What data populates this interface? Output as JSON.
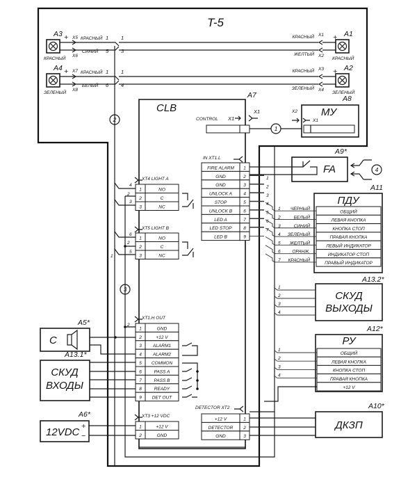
{
  "diagram": {
    "title": "T-5",
    "lamps": [
      {
        "ref": "A3",
        "color_label": "КРАСНЫЙ",
        "plus": "+",
        "x_top": "X5",
        "x_bot": "X6",
        "wire_top": "КРАСНЫЙ",
        "wire_bot": "СИНИЙ",
        "pin_top_left": "1",
        "pin_bot_left": "5",
        "pin_top_right": "1",
        "pin_bot_right": "3"
      },
      {
        "ref": "A4",
        "color_label": "ЗЕЛЕНЫЙ",
        "plus": "+",
        "x_top": "X7",
        "x_bot": "X8",
        "wire_top": "КРАСНЫЙ",
        "wire_bot": "БЕЛЫЙ",
        "pin_top_left": "1",
        "pin_bot_left": "6",
        "pin_top_right": "1",
        "pin_bot_right": "4"
      },
      {
        "ref": "A1",
        "color_label": "КРАСНЫЙ",
        "plus": "+",
        "x_top": "X1",
        "x_bot": "X2",
        "wire_top": "КРАСНЫЙ",
        "wire_bot": "ЖЕЛТЫЙ"
      },
      {
        "ref": "A2",
        "color_label": "ЗЕЛЕНЫЙ",
        "plus": "+",
        "x_top": "X3",
        "x_bot": "X4",
        "wire_top": "КРАСНЫЙ",
        "wire_bot": "ЗЕЛЕНЫЙ"
      }
    ],
    "clb": {
      "ref": "A7",
      "title": "CLB",
      "control_label": "CONTROL",
      "control_x_in": "X1",
      "control_x_out": "X1",
      "xt1l": {
        "label": "IN XT1.L",
        "rows": [
          {
            "name": "FIRE ALARM",
            "pin": "1"
          },
          {
            "name": "GND",
            "pin": "2"
          },
          {
            "name": "GND",
            "pin": "3"
          },
          {
            "name": "UNLOCK A",
            "pin": "4"
          },
          {
            "name": "STOP",
            "pin": "5"
          },
          {
            "name": "UNLOCK B",
            "pin": "6"
          },
          {
            "name": "LED A",
            "pin": "7"
          },
          {
            "name": "LED STOP",
            "pin": "8"
          },
          {
            "name": "LED B",
            "pin": "9"
          }
        ]
      },
      "xt4": {
        "label": "XT4  LIGHT A",
        "rows": [
          {
            "pin": "1",
            "name": "NO",
            "wire": "4"
          },
          {
            "pin": "2",
            "name": "C",
            "wire": "2"
          },
          {
            "pin": "3",
            "name": "NC",
            "wire": "3"
          }
        ]
      },
      "xt5": {
        "label": "XT5  LIGHT B",
        "rows": [
          {
            "pin": "1",
            "name": "NO",
            "wire": "6"
          },
          {
            "pin": "2",
            "name": "C",
            "wire": "2"
          },
          {
            "pin": "3",
            "name": "NC",
            "wire": "5"
          }
        ]
      },
      "xt1h": {
        "label": "XT1.H  OUT",
        "rows": [
          {
            "pin": "1",
            "name": "GND"
          },
          {
            "pin": "2",
            "name": "+12 V"
          },
          {
            "pin": "3",
            "name": "ALARM1"
          },
          {
            "pin": "4",
            "name": "ALARM2"
          },
          {
            "pin": "5",
            "name": "COMMON"
          },
          {
            "pin": "6",
            "name": "PASS A"
          },
          {
            "pin": "7",
            "name": "PASS B"
          },
          {
            "pin": "8",
            "name": "READY"
          },
          {
            "pin": "9",
            "name": "DET OUT"
          }
        ]
      },
      "xt3": {
        "label": "XT3  +12 VDC",
        "rows": [
          {
            "pin": "1",
            "name": "+12 V"
          },
          {
            "pin": "2",
            "name": "GND"
          }
        ]
      },
      "xt2": {
        "label": "DETECTOR  XT2",
        "rows": [
          {
            "name": "+12 V",
            "pin": "1"
          },
          {
            "name": "DETECTOR",
            "pin": "2"
          },
          {
            "name": "GND",
            "pin": "3"
          }
        ]
      },
      "wire_labels": {
        "left_1": "1",
        "xt1h_2": "2"
      }
    },
    "mu": {
      "ref": "A8",
      "title": "МУ",
      "x2": "X2",
      "x1": "X1"
    },
    "fa": {
      "ref": "A9*",
      "title": "FA"
    },
    "pdu": {
      "ref": "A11",
      "title": "ПДУ",
      "rows": [
        "ОБЩИЙ",
        "ЛЕВАЯ КНОПКА",
        "КНОПКА СТОП",
        "ПРАВАЯ КНОПКА",
        "ЛЕВЫЙ ИНДИКАТОР",
        "ИНДИКАТОР СТОП",
        "ПРАВЫЙ ИНДИКАТОР"
      ],
      "wires": [
        {
          "n": "1",
          "c": "ЧЕРНЫЙ"
        },
        {
          "n": "2",
          "c": "БЕЛЫЙ"
        },
        {
          "n": "3",
          "c": "СИНИЙ"
        },
        {
          "n": "4",
          "c": "ЗЕЛЕНЫЙ"
        },
        {
          "n": "5",
          "c": "ЖЕЛТЫЙ"
        },
        {
          "n": "6",
          "c": "ОРАНЖ."
        },
        {
          "n": "7",
          "c": "КРАСНЫЙ"
        }
      ],
      "bus_numbers": [
        "1",
        "2",
        "3",
        "4",
        "5",
        "6",
        "7"
      ]
    },
    "skud_out": {
      "ref": "A13.2*",
      "line1": "СКУД",
      "line2": "ВЫХОДЫ",
      "wires": [
        "1",
        "2",
        "3",
        "4"
      ]
    },
    "ru": {
      "ref": "A12*",
      "title": "РУ",
      "rows": [
        "ОБЩИЙ",
        "ЛЕВАЯ КНОПКА",
        "КНОПКА СТОП",
        "ПРАВАЯ КНОПКА",
        "+12 V"
      ],
      "wires": [
        "1",
        "2",
        "3",
        "4"
      ]
    },
    "siren": {
      "ref": "A5*",
      "title": "C"
    },
    "skud_in": {
      "ref": "A13.1*",
      "line1": "СКУД",
      "line2": "ВХОДЫ"
    },
    "psu": {
      "ref": "A6*",
      "title": "12VDC",
      "plus": "+",
      "minus": "−"
    },
    "dkzp": {
      "ref": "A10*",
      "title": "ДКЗП"
    },
    "markers": [
      "1",
      "2",
      "3",
      "4"
    ]
  }
}
